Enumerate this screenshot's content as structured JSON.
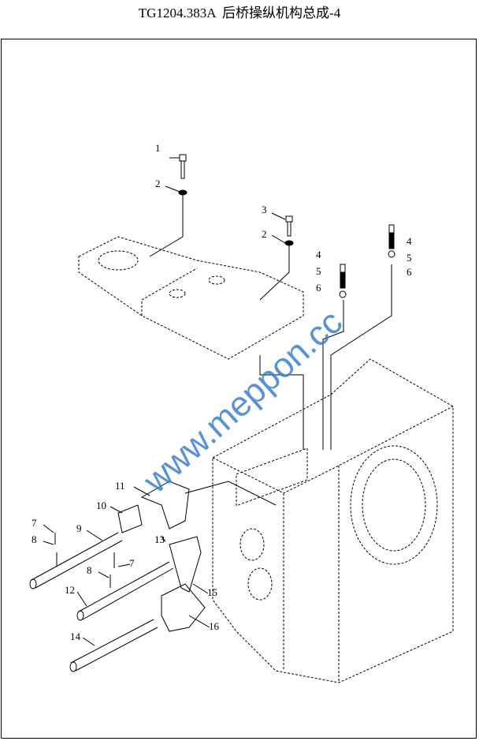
{
  "title": "TG1204.383A  后桥操纵机构总成-4",
  "watermark": "www.meppon.cc",
  "callouts": [
    "1",
    "2",
    "3",
    "2",
    "4",
    "5",
    "6",
    "4",
    "5",
    "6",
    "11",
    "10",
    "13",
    "7",
    "8",
    "9",
    "8",
    "7",
    "12",
    "15",
    "16",
    "14"
  ],
  "colors": {
    "watermark": "#3a7fd0",
    "line": "#000000"
  }
}
